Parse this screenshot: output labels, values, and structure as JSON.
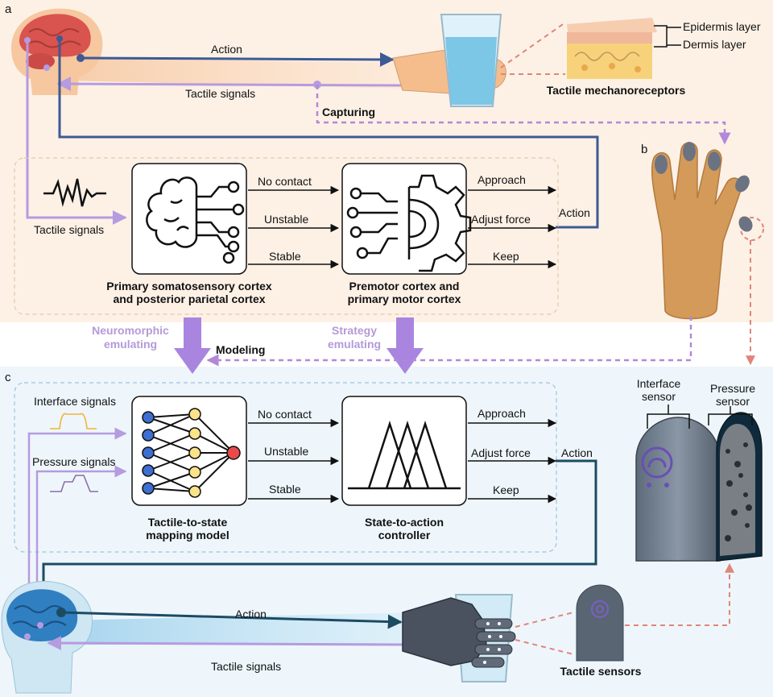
{
  "panels": {
    "a": "a",
    "b": "b",
    "c": "c"
  },
  "colors": {
    "action_arrow": "#3d5a94",
    "tactile_purple": "#b59be0",
    "dashed_purple": "#b189d8",
    "dashed_red": "#e0857a",
    "dark_teal": "#1c4b63",
    "top_band": "#fdf1e6",
    "bottom_band": "#eef6fb"
  },
  "top": {
    "action": "Action",
    "tactile_signals": "Tactile signals",
    "capturing": "Capturing",
    "skin": {
      "epidermis": "Epidermis layer",
      "dermis": "Dermis layer",
      "title": "Tactile mechanoreceptors"
    }
  },
  "bio_box": {
    "input_label": "Tactile signals",
    "states": [
      "No contact",
      "Unstable",
      "Stable"
    ],
    "actions": [
      "Approach",
      "Adjust force",
      "Keep"
    ],
    "action_out": "Action",
    "box1_caption_line1": "Primary somatosensory cortex",
    "box1_caption_line2": "and posterior parietal cortex",
    "box2_caption_line1": "Premotor cortex and",
    "box2_caption_line2": "primary motor cortex"
  },
  "middle": {
    "neuromorphic_line1": "Neuromorphic",
    "neuromorphic_line2": "emulating",
    "strategy_line1": "Strategy",
    "strategy_line2": "emulating",
    "modeling": "Modeling"
  },
  "robot_box": {
    "interface_signals": "Interface signals",
    "pressure_signals": "Pressure signals",
    "states": [
      "No contact",
      "Unstable",
      "Stable"
    ],
    "actions": [
      "Approach",
      "Adjust force",
      "Keep"
    ],
    "action_out": "Action",
    "box1_caption_line1": "Tactile-to-state",
    "box1_caption_line2": "mapping model",
    "box2_caption_line1": "State-to-action",
    "box2_caption_line2": "controller"
  },
  "sensor": {
    "interface_line1": "Interface",
    "interface_line2": "sensor",
    "pressure_line1": "Pressure",
    "pressure_line2": "sensor"
  },
  "bottom": {
    "action": "Action",
    "tactile_signals": "Tactile signals",
    "tactile_sensors": "Tactile sensors"
  },
  "icons": [
    "brain-icon",
    "hand-icon",
    "glass-icon",
    "skin-layers-icon",
    "glove-icon",
    "neural-network-icon",
    "gear-circuit-icon",
    "fuzzy-membership-icon",
    "robot-hand-icon",
    "robot-head-icon",
    "sensor-cap-icon"
  ]
}
